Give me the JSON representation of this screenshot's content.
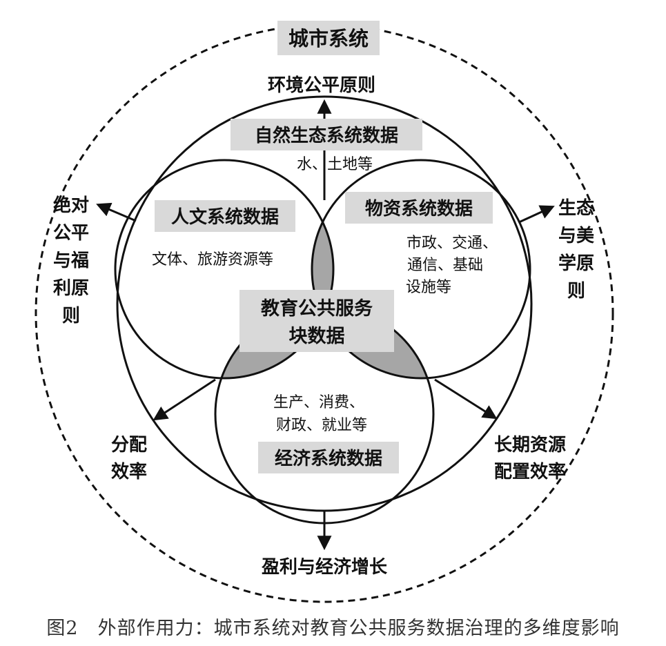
{
  "title": "城市系统",
  "outer_labels": {
    "top": "环境公平原则",
    "bottom": "盈利与经济增长",
    "left": [
      "绝对",
      "公平",
      "与福",
      "利原",
      "则"
    ],
    "right": [
      "生态",
      "与美",
      "学原",
      "则"
    ],
    "bottom_left": [
      "分配",
      "效率"
    ],
    "bottom_right": [
      "长期资源",
      "配置效率"
    ]
  },
  "circles": {
    "natural": {
      "title": "自然生态系统数据",
      "desc": [
        "水、土地等"
      ]
    },
    "humanities": {
      "title": "人文系统数据",
      "desc": [
        "文体、旅游资源等"
      ]
    },
    "material": {
      "title": "物资系统数据",
      "desc": [
        "市政、交通、",
        "通信、基础",
        "设施等"
      ]
    },
    "economic": {
      "title": "经济系统数据",
      "desc": [
        "生产、消费、",
        "财政、就业等"
      ]
    }
  },
  "center": [
    "教育公共服务",
    "块数据"
  ],
  "caption": "图2　外部作用力：城市系统对教育公共服务数据治理的多维度影响",
  "colors": {
    "line": "#111111",
    "label_bg": "#d9d9d9",
    "overlap": "#a6a6a6",
    "caption": "#333333"
  }
}
